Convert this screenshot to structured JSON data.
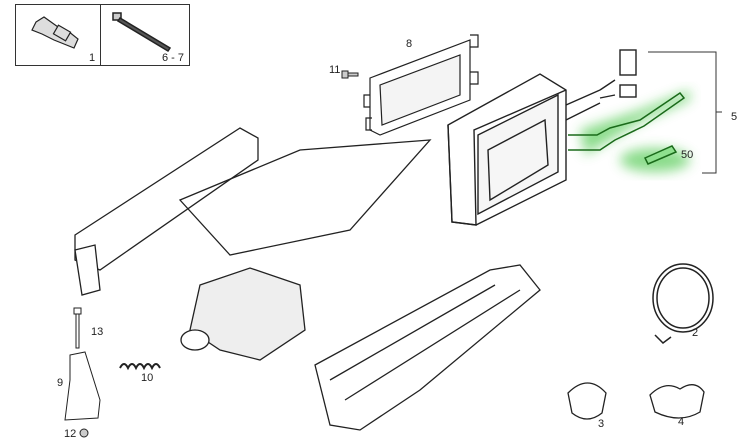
{
  "diagram": {
    "inset_labels": {
      "part1": "1",
      "part6_7": "6 - 7"
    },
    "callouts": {
      "c8": "8",
      "c11": "11",
      "c5": "5",
      "c50": "50",
      "c13": "13",
      "c9": "9",
      "c10": "10",
      "c12": "12",
      "c2": "2",
      "c3": "3",
      "c4": "4"
    },
    "highlight_color": "#3ec43e"
  }
}
